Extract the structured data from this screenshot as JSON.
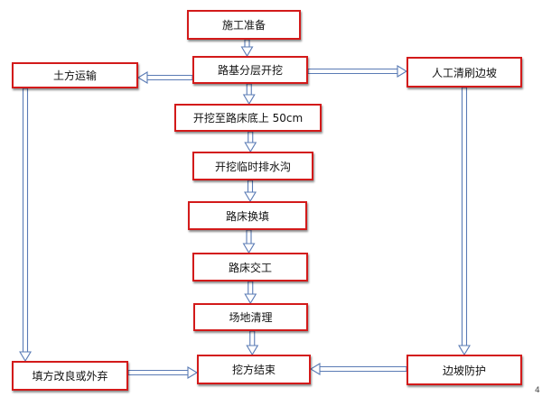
{
  "colors": {
    "node_border": "#d31a1a",
    "arrow_stroke": "#5a7bb5",
    "arrow_fill": "#ffffff"
  },
  "nodes": {
    "prep": "施工准备",
    "layer_excavation": "路基分层开挖",
    "transport": "土方运输",
    "slope_brushing": "人工清刷边坡",
    "excavate_to_50cm": "开挖至路床底上 50cm",
    "temp_ditch": "开挖临时排水沟",
    "subgrade_replace": "路床换填",
    "subgrade_handover": "路床交工",
    "site_cleanup": "场地清理",
    "excavation_end": "挖方结束",
    "fill_or_dispose": "填方改良或外弃",
    "slope_protection": "边坡防护"
  },
  "edges": [
    {
      "from": "prep",
      "to": "layer_excavation"
    },
    {
      "from": "layer_excavation",
      "to": "transport"
    },
    {
      "from": "layer_excavation",
      "to": "slope_brushing"
    },
    {
      "from": "layer_excavation",
      "to": "excavate_to_50cm"
    },
    {
      "from": "excavate_to_50cm",
      "to": "temp_ditch"
    },
    {
      "from": "temp_ditch",
      "to": "subgrade_replace"
    },
    {
      "from": "subgrade_replace",
      "to": "subgrade_handover"
    },
    {
      "from": "subgrade_handover",
      "to": "site_cleanup"
    },
    {
      "from": "site_cleanup",
      "to": "excavation_end"
    },
    {
      "from": "transport",
      "to": "fill_or_dispose"
    },
    {
      "from": "slope_brushing",
      "to": "slope_protection"
    },
    {
      "from": "fill_or_dispose",
      "to": "excavation_end"
    },
    {
      "from": "slope_protection",
      "to": "excavation_end"
    }
  ],
  "corner_mark": "4"
}
